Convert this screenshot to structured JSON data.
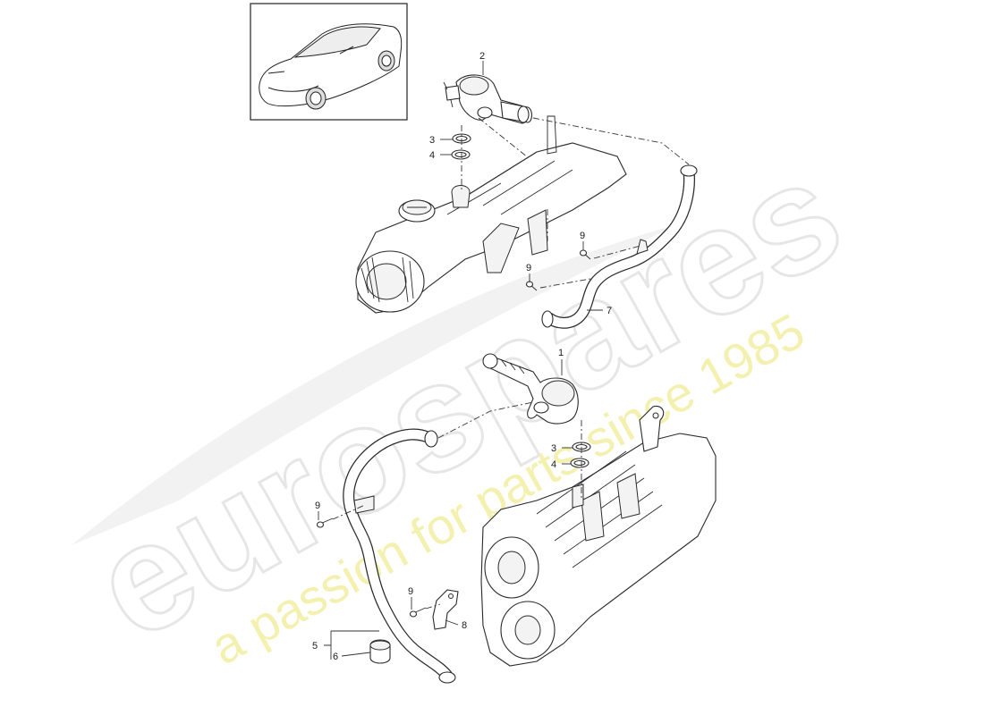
{
  "callouts": {
    "c1": "1",
    "c2": "2",
    "c3_top": "3",
    "c4_top": "4",
    "c3_bottom": "3",
    "c4_bottom": "4",
    "c5": "5",
    "c6": "6",
    "c7": "7",
    "c8": "8",
    "c9_a": "9",
    "c9_b": "9",
    "c9_c": "9",
    "c9_d": "9"
  },
  "watermark": {
    "brand": "eurospares",
    "tagline": "a passion for parts since 1985"
  },
  "colors": {
    "line": "#2a2a2a",
    "watermark_brand": "#e6e6e6",
    "watermark_tagline": "#f4f1b0"
  }
}
